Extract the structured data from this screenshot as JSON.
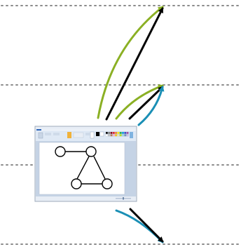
{
  "diagram": {
    "thumbnail": {
      "app": "Paint",
      "menu_button_label": "",
      "statusbar_left": "",
      "statusbar_right": ""
    },
    "colors": {
      "guide_line": "#8c8c8c",
      "arrow_black": "#000000",
      "arrow_green": "#8bb024",
      "arrow_blue": "#1a8fb5",
      "window_frame": "#9aa7b8",
      "ribbon": "#dfe9f5",
      "canvas_bg": "#ffffff",
      "graph_stroke": "#000000",
      "palette": [
        "#000000",
        "#7f7f7f",
        "#880015",
        "#ed1c24",
        "#ff7f27",
        "#fff200",
        "#22b14c",
        "#00a2e8",
        "#3f48cc",
        "#a349a4",
        "#ffffff",
        "#c3c3c3",
        "#b97a57",
        "#ffaec9",
        "#ffc90e",
        "#efe4b0",
        "#b5e61d",
        "#99d9ea",
        "#7092be",
        "#c8bfe7"
      ]
    },
    "graph": {
      "nodes": [
        "n1",
        "n2",
        "n3",
        "n4"
      ],
      "edges": [
        [
          "n1",
          "n2"
        ],
        [
          "n2",
          "n3"
        ],
        [
          "n2",
          "n4"
        ],
        [
          "n3",
          "n4"
        ]
      ]
    },
    "arrows": [
      {
        "id": "arrow-green-top",
        "color": "green"
      },
      {
        "id": "arrow-black-top",
        "color": "black"
      },
      {
        "id": "arrow-green-mid",
        "color": "green"
      },
      {
        "id": "arrow-black-mid",
        "color": "black"
      },
      {
        "id": "arrow-blue-mid",
        "color": "blue"
      },
      {
        "id": "arrow-blue-bottom",
        "color": "blue"
      },
      {
        "id": "arrow-black-bottom",
        "color": "black"
      }
    ]
  }
}
